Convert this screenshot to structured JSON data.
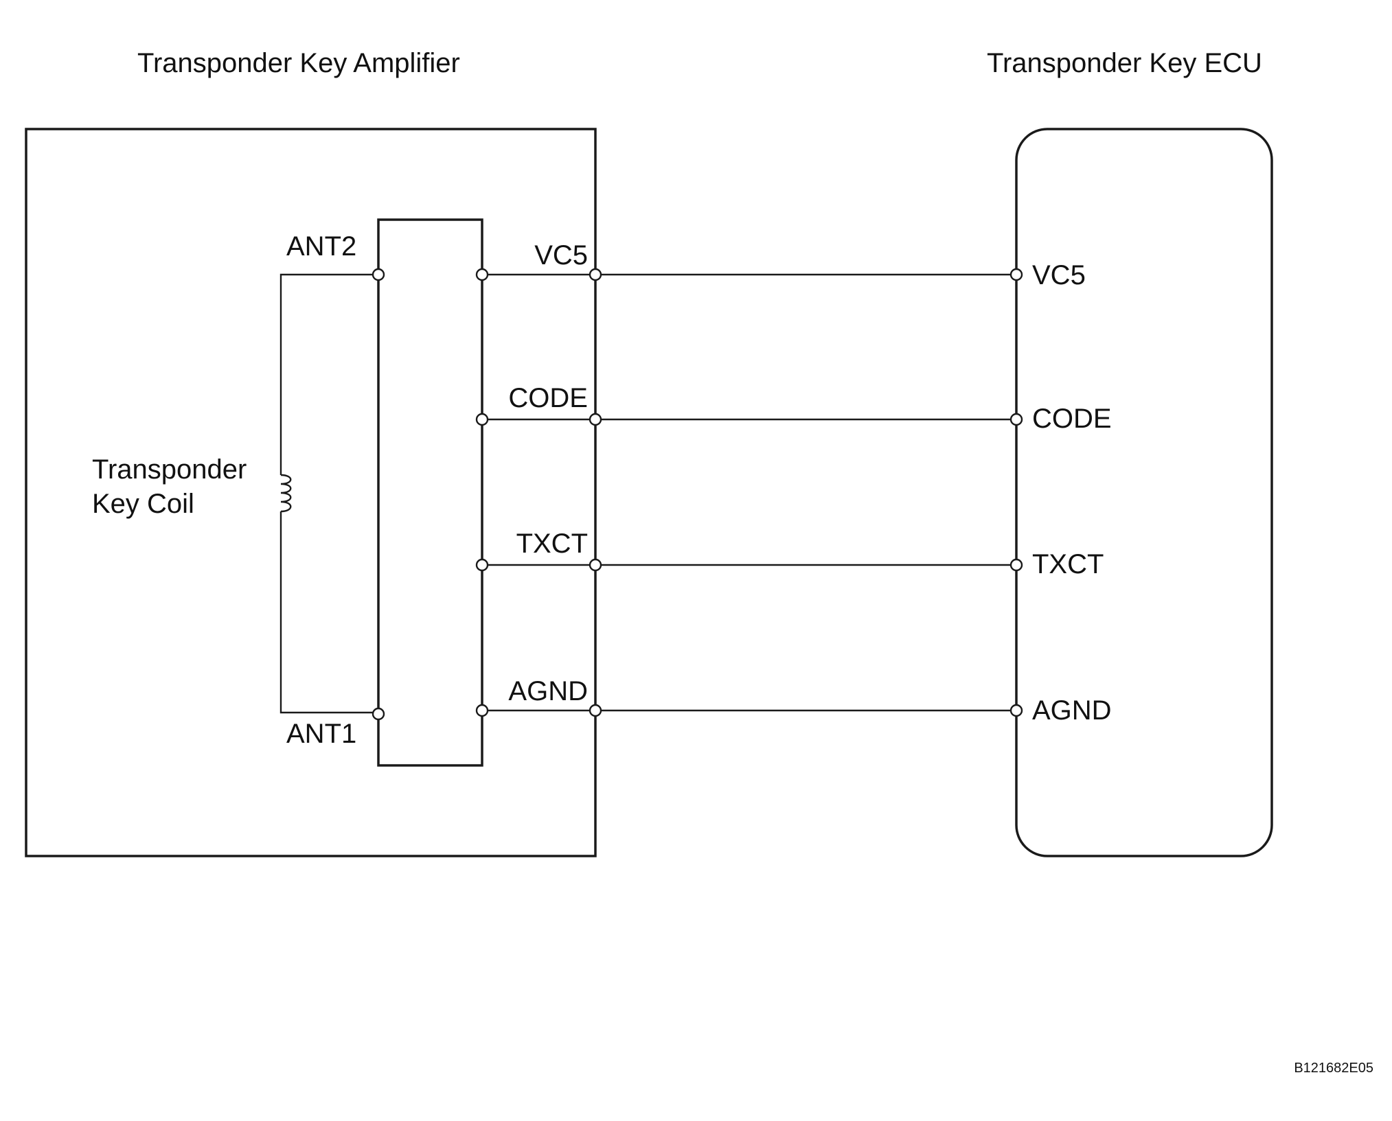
{
  "amplifier": {
    "title": "Transponder Key Amplifier",
    "coil_label_line1": "Transponder",
    "coil_label_line2": "Key Coil",
    "antenna_pins": [
      "ANT2",
      "ANT1"
    ]
  },
  "ecu": {
    "title": "Transponder Key ECU"
  },
  "connections": [
    {
      "amp_pin": "VC5",
      "ecu_pin": "VC5"
    },
    {
      "amp_pin": "CODE",
      "ecu_pin": "CODE"
    },
    {
      "amp_pin": "TXCT",
      "ecu_pin": "TXCT"
    },
    {
      "amp_pin": "AGND",
      "ecu_pin": "AGND"
    }
  ],
  "figure_code": "B121682E05"
}
